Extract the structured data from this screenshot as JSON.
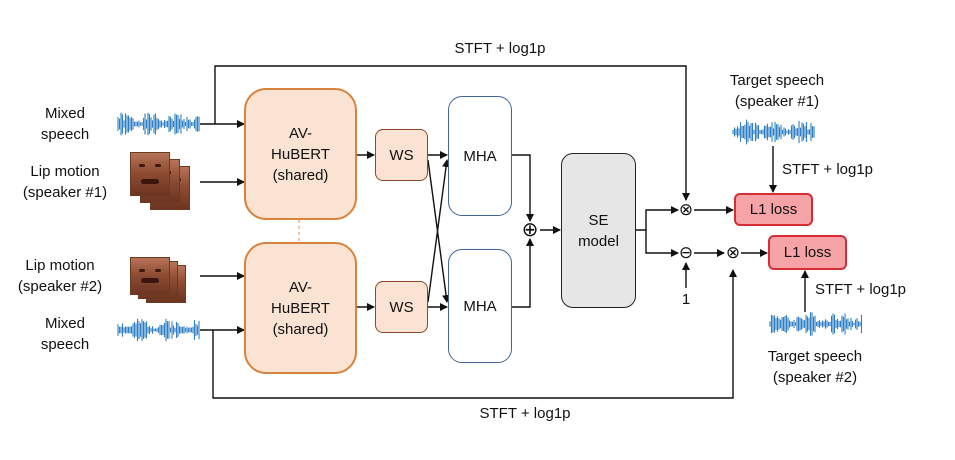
{
  "colors": {
    "avhubert_fill": "#fbe3d3",
    "avhubert_border": "#d9823d",
    "mha_border": "#3f6696",
    "loss_fill": "#f6a3a7",
    "loss_border": "#d62c35",
    "waveform": "#2f7fc4",
    "se_fill": "#e6e6e6"
  },
  "labels": {
    "stft_top": "STFT + log1p",
    "stft_bottom": "STFT + log1p",
    "stft_target1": "STFT + log1p",
    "stft_target2": "STFT + log1p",
    "mixed_speech_1": "Mixed\nspeech",
    "mixed_speech_2": "Mixed\nspeech",
    "lip_motion_1": "Lip motion\n(speaker #1)",
    "lip_motion_2": "Lip motion\n(speaker #2)",
    "target_speech_1": "Target speech\n(speaker #1)",
    "target_speech_2": "Target speech\n(speaker #2)",
    "one": "1"
  },
  "blocks": {
    "avhubert_top": "AV-\nHuBERT\n(shared)",
    "avhubert_bottom": "AV-\nHuBERT\n(shared)",
    "ws_top": "WS",
    "ws_bottom": "WS",
    "mha_top": "MHA",
    "mha_bottom": "MHA",
    "se_model": "SE\nmodel",
    "loss_1": "L1 loss",
    "loss_2": "L1 loss"
  },
  "operators": {
    "sum": "⊕",
    "mult_1": "⊗",
    "minus": "⊖",
    "mult_2": "⊗"
  },
  "icons": [
    "waveform-icon",
    "face-image"
  ]
}
